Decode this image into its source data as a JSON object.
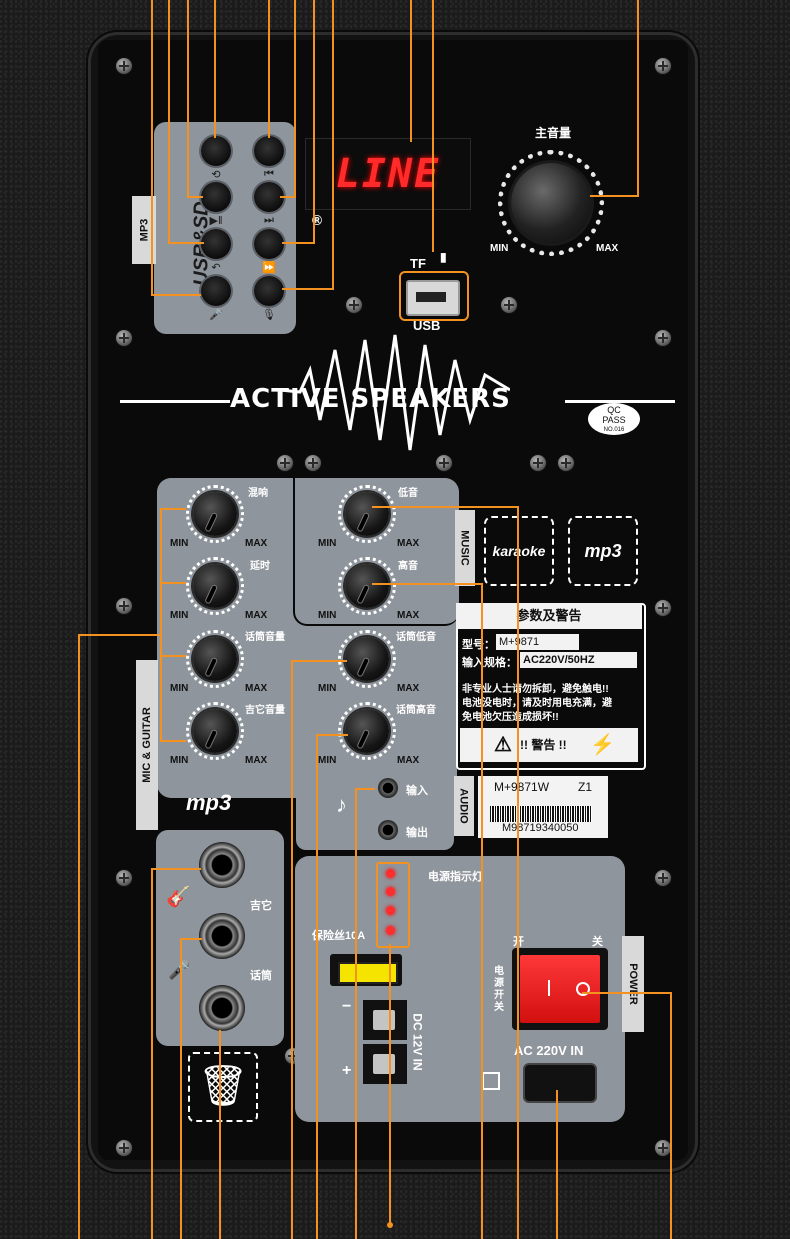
{
  "mp3_module": {
    "tab_label": "MP3",
    "brand": "USB&SD",
    "buttons": [
      "repeat-icon",
      "previous-icon",
      "play-pause-icon",
      "next-icon",
      "return-icon",
      "fast-forward-icon",
      "mic-icon",
      "mic-off-icon"
    ]
  },
  "display": {
    "text": "LINE"
  },
  "usb": {
    "tf_label": "TF",
    "usb_label": "USB"
  },
  "master_volume": {
    "label": "主音量",
    "min": "MIN",
    "max": "MAX"
  },
  "brand_banner": {
    "text": "ACTIVE SPEAKERS"
  },
  "qc": {
    "line1": "QC",
    "line2": "PASS",
    "line3": "NO.016"
  },
  "mic_guitar": {
    "tab_label": "MIC & GUITAR",
    "knobs": [
      {
        "label": "混响",
        "min": "MIN",
        "max": "MAX"
      },
      {
        "label": "延时",
        "min": "MIN",
        "max": "MAX"
      },
      {
        "label": "话筒音量",
        "min": "MIN",
        "max": "MAX"
      },
      {
        "label": "吉它音量",
        "min": "MIN",
        "max": "MAX"
      }
    ],
    "right_knobs": [
      {
        "label": "话筒低音",
        "min": "MIN",
        "max": "MAX"
      },
      {
        "label": "话筒高音",
        "min": "MIN",
        "max": "MAX"
      }
    ],
    "mp3_logo": "mp3"
  },
  "music": {
    "tab_label": "MUSIC",
    "knobs": [
      {
        "label": "低音",
        "min": "MIN",
        "max": "MAX"
      },
      {
        "label": "高音",
        "min": "MIN",
        "max": "MAX"
      }
    ]
  },
  "logos": {
    "karaoke": "karaoke",
    "mp3": "mp3"
  },
  "warning": {
    "title": "参数及警告",
    "model_label": "型号：",
    "model_value": "M+9871",
    "spec_label": "输入规格：",
    "spec_value": "AC220V/50HZ",
    "lines": [
      "非专业人士请勿拆卸，避免触电!!",
      "电池没电时，请及时用电充满，避",
      "免电池欠压造成损坏!!"
    ],
    "caution": "!! 警告 !!"
  },
  "audio": {
    "tab_label": "AUDIO",
    "input_label": "输入",
    "output_label": "输出"
  },
  "barcode": {
    "model": "M+9871W",
    "code": "Z1",
    "serial": "M98719340050"
  },
  "jacks": {
    "guitar_label": "吉它",
    "mic_label": "话筒"
  },
  "power": {
    "tab_label": "POWER",
    "indicator_label": "电源指示灯",
    "fuse_label": "保险丝10A",
    "dc_label": "DC 12V IN",
    "minus": "−",
    "plus": "+",
    "switch_on": "开",
    "switch_off": "关",
    "switch_label": "电源开关",
    "ac_label": "AC 220V IN"
  },
  "colors": {
    "accent": "#f39221",
    "panel": "#8f959c",
    "led": "#ff2a2a"
  }
}
